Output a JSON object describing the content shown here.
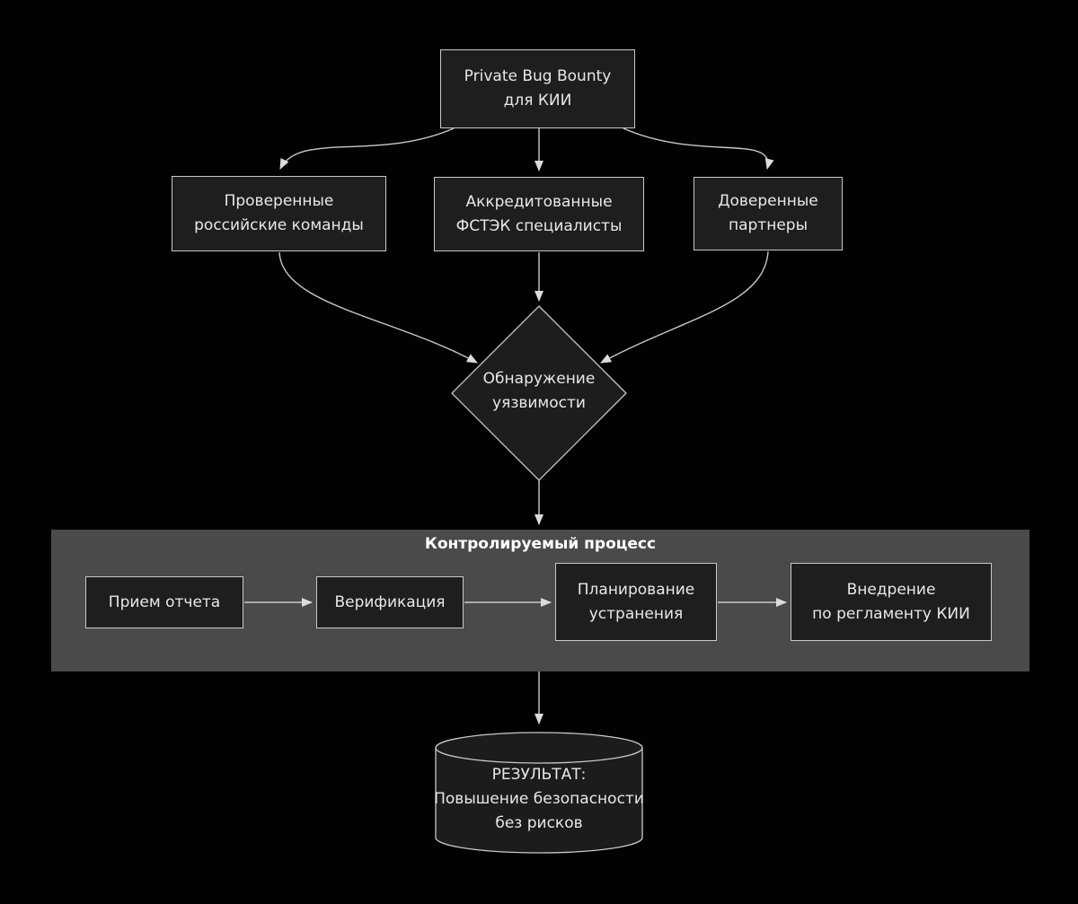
{
  "colors": {
    "background": "#020202",
    "node_fill": "#1e1e1e",
    "node_border": "#c9c9c9",
    "node_text": "#e8e8e8",
    "container_fill": "#4a4a4a",
    "container_title_color": "#ffffff",
    "edge": "#c9c9c9",
    "arrowhead": "#dcdcdc"
  },
  "nodes": {
    "root": {
      "lines": [
        "Private Bug Bounty",
        "для КИИ"
      ]
    },
    "teams": {
      "lines": [
        "Проверенные",
        "российские команды"
      ]
    },
    "fstek": {
      "lines": [
        "Аккредитованные",
        "ФСТЭК специалисты"
      ]
    },
    "partners": {
      "lines": [
        "Доверенные",
        "партнеры"
      ]
    },
    "detection": {
      "lines": [
        "Обнаружение",
        "уязвимости"
      ]
    },
    "result": {
      "lines": [
        "РЕЗУЛЬТАТ:",
        "Повышение безопасности",
        "без рисков"
      ]
    }
  },
  "process": {
    "title": "Контролируемый процесс",
    "steps": [
      {
        "lines": [
          "Прием отчета"
        ]
      },
      {
        "lines": [
          "Верификация"
        ]
      },
      {
        "lines": [
          "Планирование",
          "устранения"
        ]
      },
      {
        "lines": [
          "Внедрение",
          "по регламенту КИИ"
        ]
      }
    ]
  }
}
